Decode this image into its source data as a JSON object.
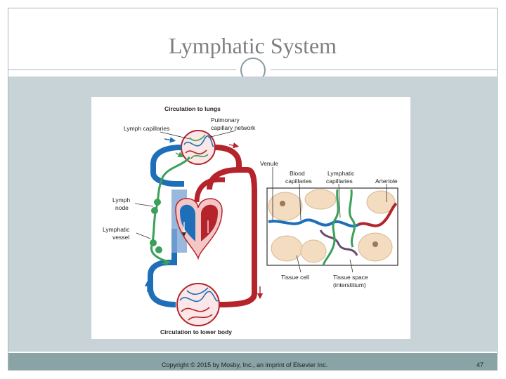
{
  "slide": {
    "title": "Lymphatic System",
    "copyright": "Copyright © 2015 by Mosby, Inc., an imprint of Elsevier Inc.",
    "page_number": "47"
  },
  "figure": {
    "circulation_top": "Circulation to lungs",
    "lymph_capillaries": "Lymph capillaries",
    "pulmonary_1": "Pulmonary",
    "pulmonary_2": "capillary network",
    "lymph_node_1": "Lymph",
    "lymph_node_2": "node",
    "lymphatic_vessel_1": "Lymphatic",
    "lymphatic_vessel_2": "vessel",
    "circulation_bottom": "Circulation to lower body",
    "venule": "Venule",
    "blood_cap_1": "Blood",
    "blood_cap_2": "capillaries",
    "lymphatic_cap_1": "Lymphatic",
    "lymphatic_cap_2": "capillaries",
    "arteriole": "Arteriole",
    "tissue_cell": "Tissue cell",
    "tissue_space_1": "Tissue space",
    "tissue_space_2": "(interstitium)"
  },
  "colors": {
    "vein_blue": "#1f6fb8",
    "artery_red": "#b5232b",
    "lymph_green": "#3aa05a",
    "tissue_cell": "#f3dcc0"
  }
}
